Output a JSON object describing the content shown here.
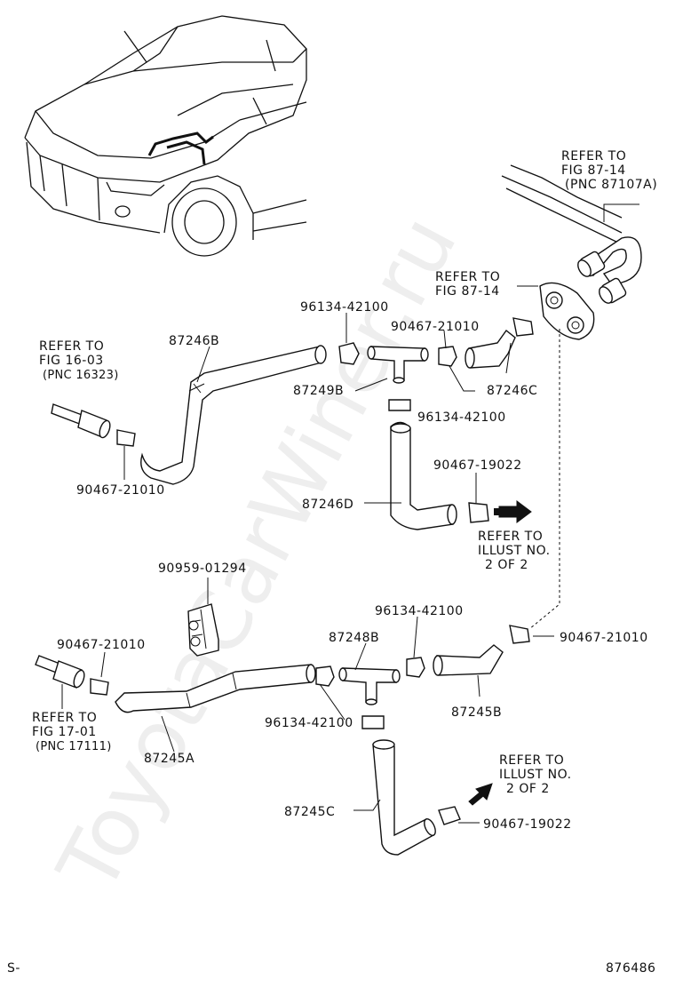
{
  "watermark": "ToyotaCarWiner.ru",
  "footer": {
    "left": "S-",
    "right": "876486"
  },
  "labels": {
    "ref_87_14_top": [
      "REFER TO",
      "FIG 87-14",
      "(PNC 87107A)"
    ],
    "ref_87_14_mid": [
      "REFER TO",
      "FIG 87-14"
    ],
    "ref_16_03": [
      "REFER TO",
      "FIG 16-03",
      "(PNC 16323)"
    ],
    "ref_17_01": [
      "REFER TO",
      "FIG 17-01",
      "(PNC 17111)"
    ],
    "ref_illust_1": [
      "REFER TO",
      "ILLUST NO.",
      "2 OF 2"
    ],
    "ref_illust_2": [
      "REFER TO",
      "ILLUST NO.",
      "2 OF 2"
    ],
    "p_87246B": "87246B",
    "p_96134_a": "96134-42100",
    "p_90467_21010_a": "90467-21010",
    "p_87249B": "87249B",
    "p_96134_b": "96134-42100",
    "p_87246C": "87246C",
    "p_90467_21010_b": "90467-21010",
    "p_90467_19022_a": "90467-19022",
    "p_87246D": "87246D",
    "p_90959": "90959-01294",
    "p_96134_c": "96134-42100",
    "p_87248B": "87248B",
    "p_90467_21010_c": "90467-21010",
    "p_90467_21010_d": "90467-21010",
    "p_87245B": "87245B",
    "p_96134_d": "96134-42100",
    "p_87245A": "87245A",
    "p_87245C": "87245C",
    "p_90467_19022_b": "90467-19022"
  }
}
